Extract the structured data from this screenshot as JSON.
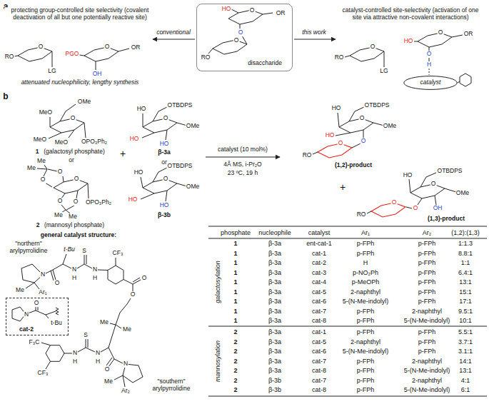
{
  "diagram": {
    "nodes": [
      {
        "text": [
          "HO",
          "O",
          "OR",
          "O",
          "O",
          "RO",
          "disaccharide"
        ]
      },
      {
        "text": [
          "catalyst"
        ]
      },
      {
        "text": [
          "O",
          "N",
          "t-Bu",
          "cat-2"
        ]
      }
    ],
    "labels": [
      "a",
      "protecting group-controlled site selectivity (covalent deactivation of all but one potentially reactive site)",
      "attenuated nucleophilicity, lengthy synthesis",
      "RO",
      "O",
      "LG",
      "PGO",
      "O",
      "OR",
      "OH",
      "conventional",
      "this work",
      "catalyst-controlled site-selectivity (activation of one site via attractive non-covalent interactions)",
      "RO",
      "O",
      "LG",
      "HO",
      "O",
      "OR",
      "O",
      "H",
      "b",
      "MeO",
      "OMe",
      "MeO",
      "MeO",
      "O",
      "OPO₃Ph₂",
      "1",
      "(galactosyl phosphate)",
      "or",
      "Me",
      "Me",
      "O",
      "O",
      "O",
      "O",
      "O",
      "Me",
      "Me",
      "OPO₃Ph₂",
      "2",
      "(mannosyl phosphate)",
      "+",
      "HO",
      "OTBDPS",
      "O",
      "HO",
      "HO",
      "OMe",
      "β-3a",
      "or",
      "HO",
      "OTBDPS",
      "O",
      "HO",
      "HO",
      "OMe",
      "β-3b",
      "catalyst (10 mol%)",
      "4Å MS, i-Pr₂O",
      "23 ºC, 19 h",
      "HO",
      "OTBDPS",
      "O",
      "OMe",
      "HO",
      "O",
      "O",
      "RO",
      "(1,2)-product",
      "+",
      "HO",
      "OTBDPS",
      "O",
      "OMe",
      "OH",
      "O",
      "O",
      "RO",
      "(1,3)-product",
      "general catalyst structure:",
      "\"northern\" arylpyrrolidine",
      "N",
      "Me",
      "Ar₁",
      "O",
      "t-Bu",
      "N",
      "H",
      "S",
      "N",
      "H",
      "CF₃",
      "O",
      "O",
      "Me",
      "Me",
      "N",
      "H",
      "S",
      "N",
      "H",
      "F₃C",
      "CF₃",
      "O",
      "N",
      "Me",
      "Ar₂",
      "\"southern\" arylpyrrolidine",
      "phosphate",
      "nucleophile",
      "catalyst",
      "Ar₁",
      "Ar₂",
      "(1,2):(1,3)",
      "1",
      "β-3a",
      "ent-cat-1",
      "p-FPh",
      "p-FPh",
      "1:1.3",
      "1",
      "β-3a",
      "cat-1",
      "p-FPh",
      "p-FPh",
      "8.8:1",
      "1",
      "β-3a",
      "cat-2",
      "H",
      "p-FPh",
      "1:1",
      "1",
      "β-3a",
      "cat-3",
      "p-NO₂Ph",
      "p-FPh",
      "6.4:1",
      "1",
      "β-3a",
      "cat-4",
      "p-MeOPh",
      "p-FPh",
      "13:1",
      "1",
      "β-3a",
      "cat-5",
      "2-naphthyl",
      "p-FPh",
      "15:1",
      "1",
      "β-3a",
      "cat-6",
      "5-(N-Me-indolyl)",
      "p-FPh",
      "17:1",
      "1",
      "β-3a",
      "cat-7",
      "p-FPh",
      "2-naphthyl",
      "9.5:1",
      "1",
      "β-3a",
      "cat-8",
      "p-FPh",
      "5-(N-Me-indolyl)",
      "10:1",
      "2",
      "β-3a",
      "cat-1",
      "p-FPh",
      "p-FPh",
      "5.5:1",
      "2",
      "β-3a",
      "cat-5",
      "2-naphthyl",
      "p-FPh",
      "3.7:1",
      "2",
      "β-3a",
      "cat-6",
      "5-(N-Me-indolyl)",
      "p-FPh",
      "3.1:1",
      "2",
      "β-3a",
      "cat-7",
      "p-FPh",
      "2-naphthyl",
      "14:1",
      "2",
      "β-3a",
      "cat-8",
      "p-FPh",
      "5-(N-Me-indolyl)",
      "13:1",
      "2",
      "β-3b",
      "cat-7",
      "p-FPh",
      "2-naphthyl",
      "4:1",
      "2",
      "β-3b",
      "cat-8",
      "p-FPh",
      "5-(N-Me-indolyl)",
      "6:1",
      "galactosylation",
      "mannosylation"
    ]
  }
}
